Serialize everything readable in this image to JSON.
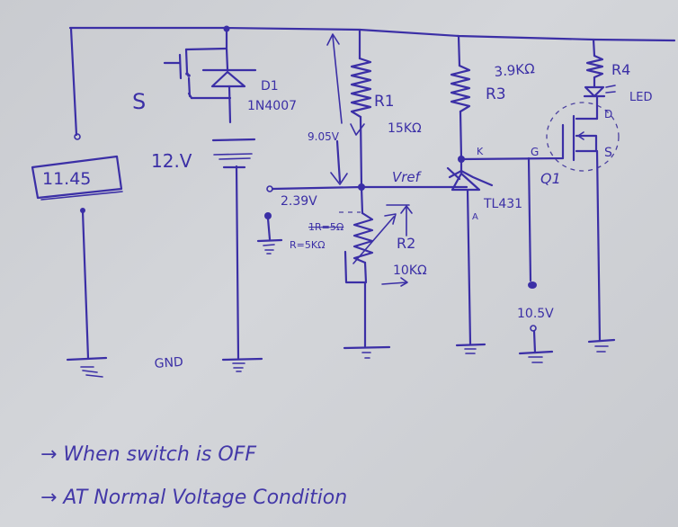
{
  "diagram": {
    "ink_color": "#3b2fa6",
    "paper_color": "#cdcfd3",
    "meter_reading": "11.45",
    "switch_label": "S",
    "diode": {
      "ref": "D1",
      "part": "1N4007"
    },
    "battery": {
      "label": "12.V"
    },
    "ground_label": "GND",
    "r1": {
      "ref": "R1",
      "value": "15KΩ"
    },
    "r1_drop": "9.05V",
    "node_voltage": "2.39V",
    "r2": {
      "ref": "R2",
      "value": "10KΩ",
      "setting_struck": "1R=5Ω",
      "setting": "R=5KΩ"
    },
    "vref_label": "Vref",
    "r3": {
      "ref": "R3",
      "value": "3.9KΩ"
    },
    "r4": {
      "ref": "R4"
    },
    "led_label": "LED",
    "shunt_regulator": {
      "part": "TL431",
      "cathode": "K",
      "anode": "A"
    },
    "mosfet": {
      "ref": "Q1",
      "gate": "G",
      "drain": "D",
      "source": "S"
    },
    "gate_voltage": "10.5V",
    "notes": [
      "→ When switch is OFF",
      "→ AT Normal Voltage Condition"
    ]
  }
}
